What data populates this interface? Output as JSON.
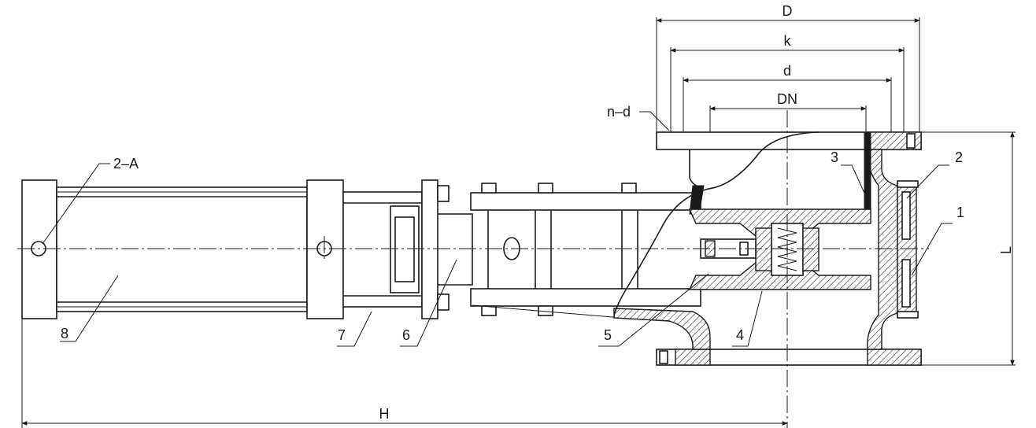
{
  "diagram": {
    "dimensions": {
      "D": "D",
      "k": "k",
      "d": "d",
      "DN": "DN",
      "n_d": "n–d",
      "L": "L",
      "H": "H"
    },
    "part_labels": {
      "p1": "1",
      "p2": "2",
      "p2A": "2–A",
      "p3": "3",
      "p4": "4",
      "p5": "5",
      "p6": "6",
      "p7": "7",
      "p8": "8"
    },
    "colors": {
      "ink": "#1a1a1a",
      "background": "#ffffff"
    }
  }
}
